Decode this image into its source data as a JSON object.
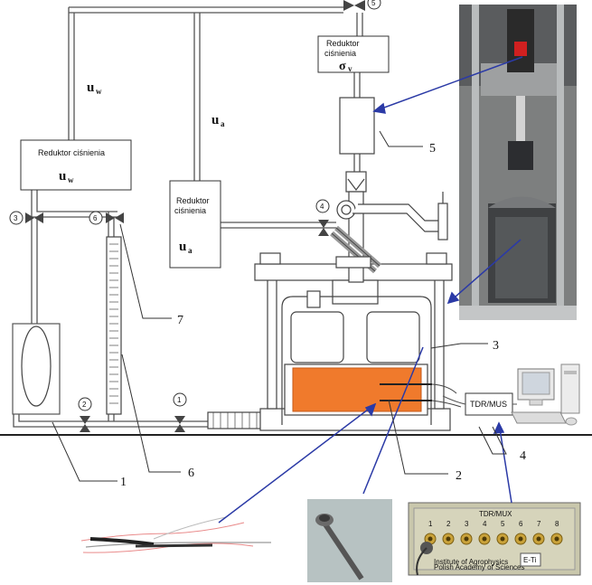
{
  "reducer_labels": {
    "top_line1": "Reduktor",
    "top_line2": "ciśnienia",
    "top_symbol": "σ",
    "top_symbol_sub": "v",
    "left": "Reduktor ciśnienia",
    "left_symbol": "u",
    "left_symbol_sub": "w",
    "mid_line1": "Reduktor",
    "mid_line2": "ciśnienia",
    "mid_symbol": "u",
    "mid_symbol_sub": "a"
  },
  "pressure_labels": {
    "uw": "u",
    "uw_sub": "w",
    "ua": "u",
    "ua_sub": "a"
  },
  "device_label": "TDR/MUS",
  "panel_title": "TDR/MUX",
  "panel_brand": "E-Ti",
  "panel_institute_line1": "Institute of Agrophysics",
  "panel_institute_line2": "Polish Academy of Sciences",
  "panel_channels": [
    "1",
    "2",
    "3",
    "4",
    "5",
    "6",
    "7",
    "8"
  ],
  "valve_numbers": [
    "1",
    "2",
    "3",
    "4",
    "5",
    "6"
  ],
  "callout_numbers": [
    "1",
    "2",
    "3",
    "4",
    "5",
    "6",
    "7"
  ],
  "colors": {
    "sample": "#f07a2c",
    "pointer_blue": "#2b3aa6",
    "line": "#555555"
  }
}
